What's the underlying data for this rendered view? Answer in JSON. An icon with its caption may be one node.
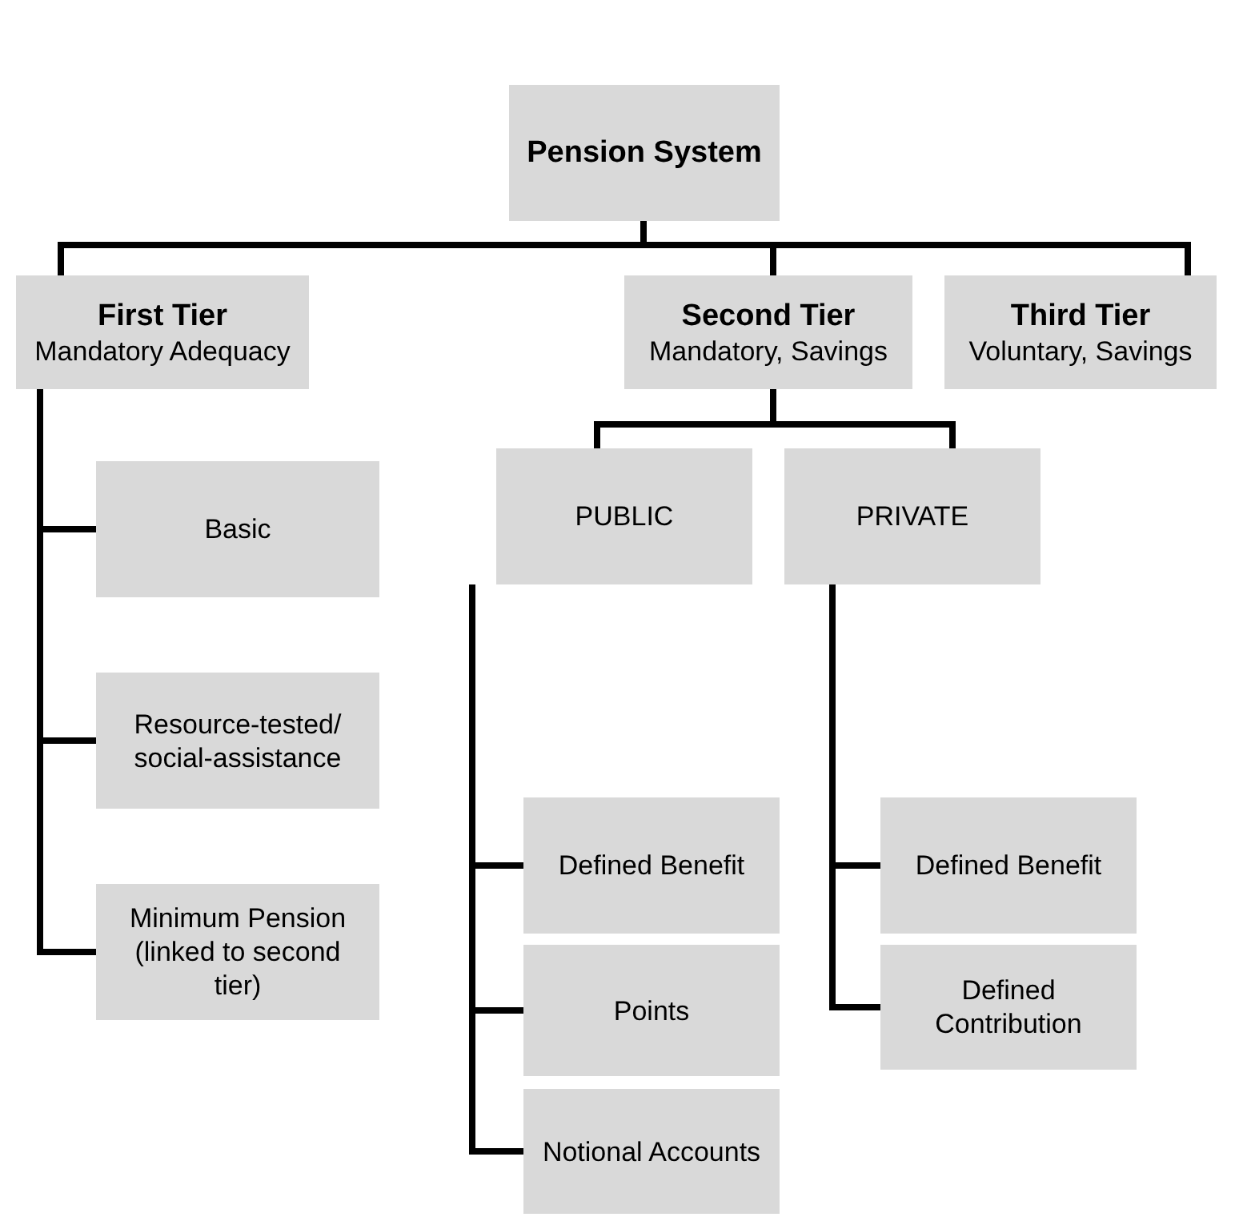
{
  "diagram": {
    "nodes": [
      {
        "text": [
          "Pension System"
        ]
      },
      {
        "text": [
          "First Tier",
          "Mandatory Adequacy"
        ]
      },
      {
        "text": [
          "Second Tier",
          "Mandatory, Savings"
        ]
      },
      {
        "text": [
          "Third Tier",
          "Voluntary, Savings"
        ]
      },
      {
        "text": [
          "Basic"
        ]
      },
      {
        "text": [
          "Resource-tested/ social-assistance"
        ]
      },
      {
        "text": [
          "Minimum Pension (linked to second tier)"
        ]
      },
      {
        "text": [
          "PUBLIC"
        ]
      },
      {
        "text": [
          "PRIVATE"
        ]
      },
      {
        "text": [
          "Defined Benefit"
        ]
      },
      {
        "text": [
          "Points"
        ]
      },
      {
        "text": [
          "Notional Accounts"
        ]
      },
      {
        "text": [
          "Defined Benefit"
        ]
      },
      {
        "text": [
          "Defined Contribution"
        ]
      }
    ],
    "edges": [
      {
        "from": 0,
        "to": 1,
        "arrow": "none"
      },
      {
        "from": 0,
        "to": 2,
        "arrow": "none"
      },
      {
        "from": 0,
        "to": 3,
        "arrow": "none"
      },
      {
        "from": 1,
        "to": 4,
        "arrow": "none"
      },
      {
        "from": 1,
        "to": 5,
        "arrow": "none"
      },
      {
        "from": 1,
        "to": 6,
        "arrow": "none"
      },
      {
        "from": 2,
        "to": 7,
        "arrow": "none"
      },
      {
        "from": 2,
        "to": 8,
        "arrow": "none"
      },
      {
        "from": 7,
        "to": 9,
        "arrow": "none"
      },
      {
        "from": 7,
        "to": 10,
        "arrow": "none"
      },
      {
        "from": 7,
        "to": 11,
        "arrow": "none"
      },
      {
        "from": 8,
        "to": 12,
        "arrow": "none"
      },
      {
        "from": 8,
        "to": 13,
        "arrow": "none"
      }
    ]
  }
}
